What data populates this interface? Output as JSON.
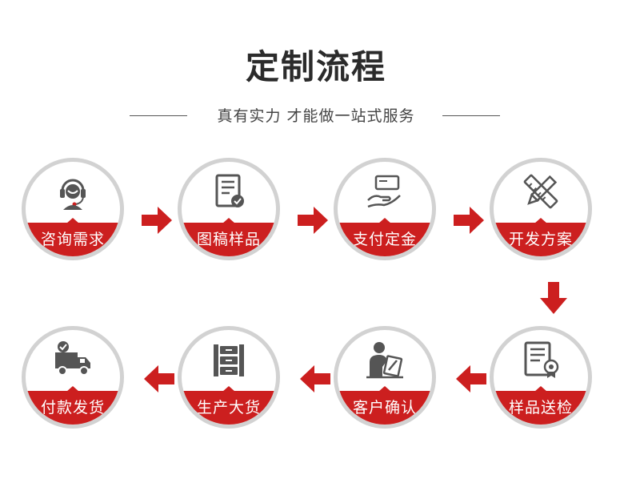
{
  "header": {
    "title": "定制流程",
    "subtitle": "真有实力 才能做一站式服务"
  },
  "colors": {
    "accent": "#cc1f1f",
    "ring": "#d2d2d2",
    "icon": "#555555"
  },
  "steps": [
    {
      "label": "咨询需求",
      "icon": "headset-agent-icon"
    },
    {
      "label": "图稿样品",
      "icon": "document-check-icon"
    },
    {
      "label": "支付定金",
      "icon": "hand-card-payment-icon"
    },
    {
      "label": "开发方案",
      "icon": "pencil-ruler-icon"
    },
    {
      "label": "样品送检",
      "icon": "certificate-icon"
    },
    {
      "label": "客户确认",
      "icon": "person-signing-icon"
    },
    {
      "label": "生产大货",
      "icon": "warehouse-shelf-icon"
    },
    {
      "label": "付款发货",
      "icon": "delivery-truck-icon"
    }
  ]
}
